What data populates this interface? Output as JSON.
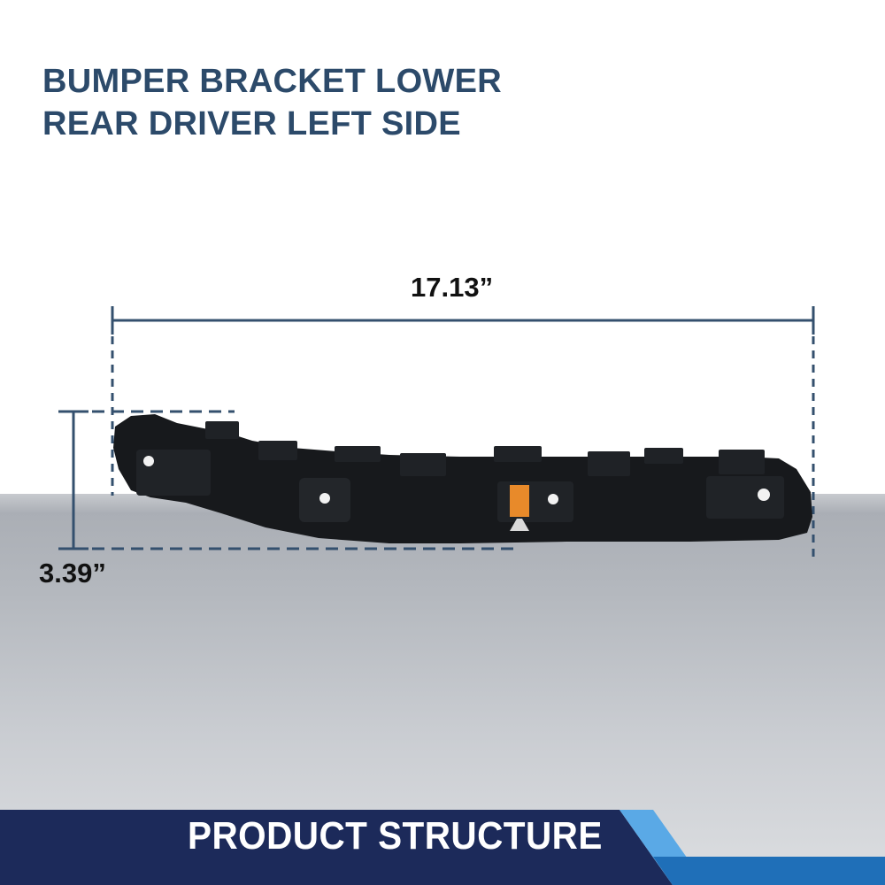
{
  "heading": {
    "line1": "BUMPER BRACKET LOWER",
    "line2": "REAR DRIVER LEFT SIDE"
  },
  "dimensions": {
    "width_label": "17.13”",
    "height_label": "3.39”"
  },
  "footer": {
    "label": "PRODUCT STRUCTURE"
  },
  "colors": {
    "heading": "#2c4a6a",
    "dimension_line": "#34506e",
    "part": "#17191c",
    "tab": "#e88a2a",
    "footer_band": "#1c2a5a",
    "footer_accent": "#1f6fb8"
  }
}
